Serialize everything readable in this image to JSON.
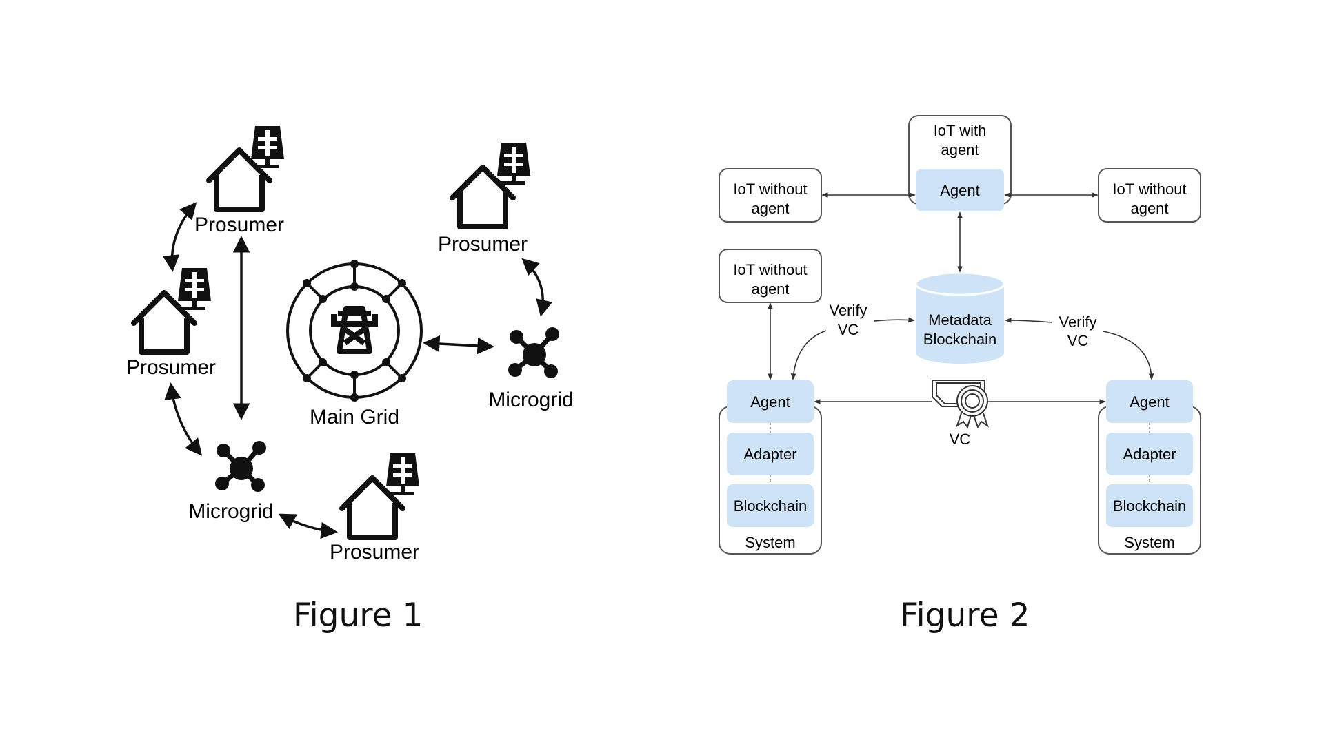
{
  "figure1": {
    "caption": "Figure 1",
    "nodes": {
      "prosumer_top": "Prosumer",
      "prosumer_right": "Prosumer",
      "prosumer_left": "Prosumer",
      "prosumer_bottom": "Prosumer",
      "main_grid": "Main Grid",
      "microgrid_right": "Microgrid",
      "microgrid_left": "Microgrid"
    }
  },
  "figure2": {
    "caption": "Figure 2",
    "iot_with_agent": {
      "line1": "IoT with",
      "line2": "agent",
      "agent": "Agent"
    },
    "iot_without_left_top": {
      "line1": "IoT without",
      "line2": "agent"
    },
    "iot_without_right_top": {
      "line1": "IoT without",
      "line2": "agent"
    },
    "iot_without_left_mid": {
      "line1": "IoT without",
      "line2": "agent"
    },
    "metadata": {
      "line1": "Metadata",
      "line2": "Blockchain"
    },
    "verify_left": {
      "line1": "Verify",
      "line2": "VC"
    },
    "verify_right": {
      "line1": "Verify",
      "line2": "VC"
    },
    "vc_label": "VC",
    "system_left": {
      "agent": "Agent",
      "adapter": "Adapter",
      "blockchain": "Blockchain",
      "system": "System"
    },
    "system_right": {
      "agent": "Agent",
      "adapter": "Adapter",
      "blockchain": "Blockchain",
      "system": "System"
    }
  },
  "colors": {
    "accent_fill": "#cfe3f7",
    "stroke": "#111111",
    "box_stroke": "#555555"
  }
}
